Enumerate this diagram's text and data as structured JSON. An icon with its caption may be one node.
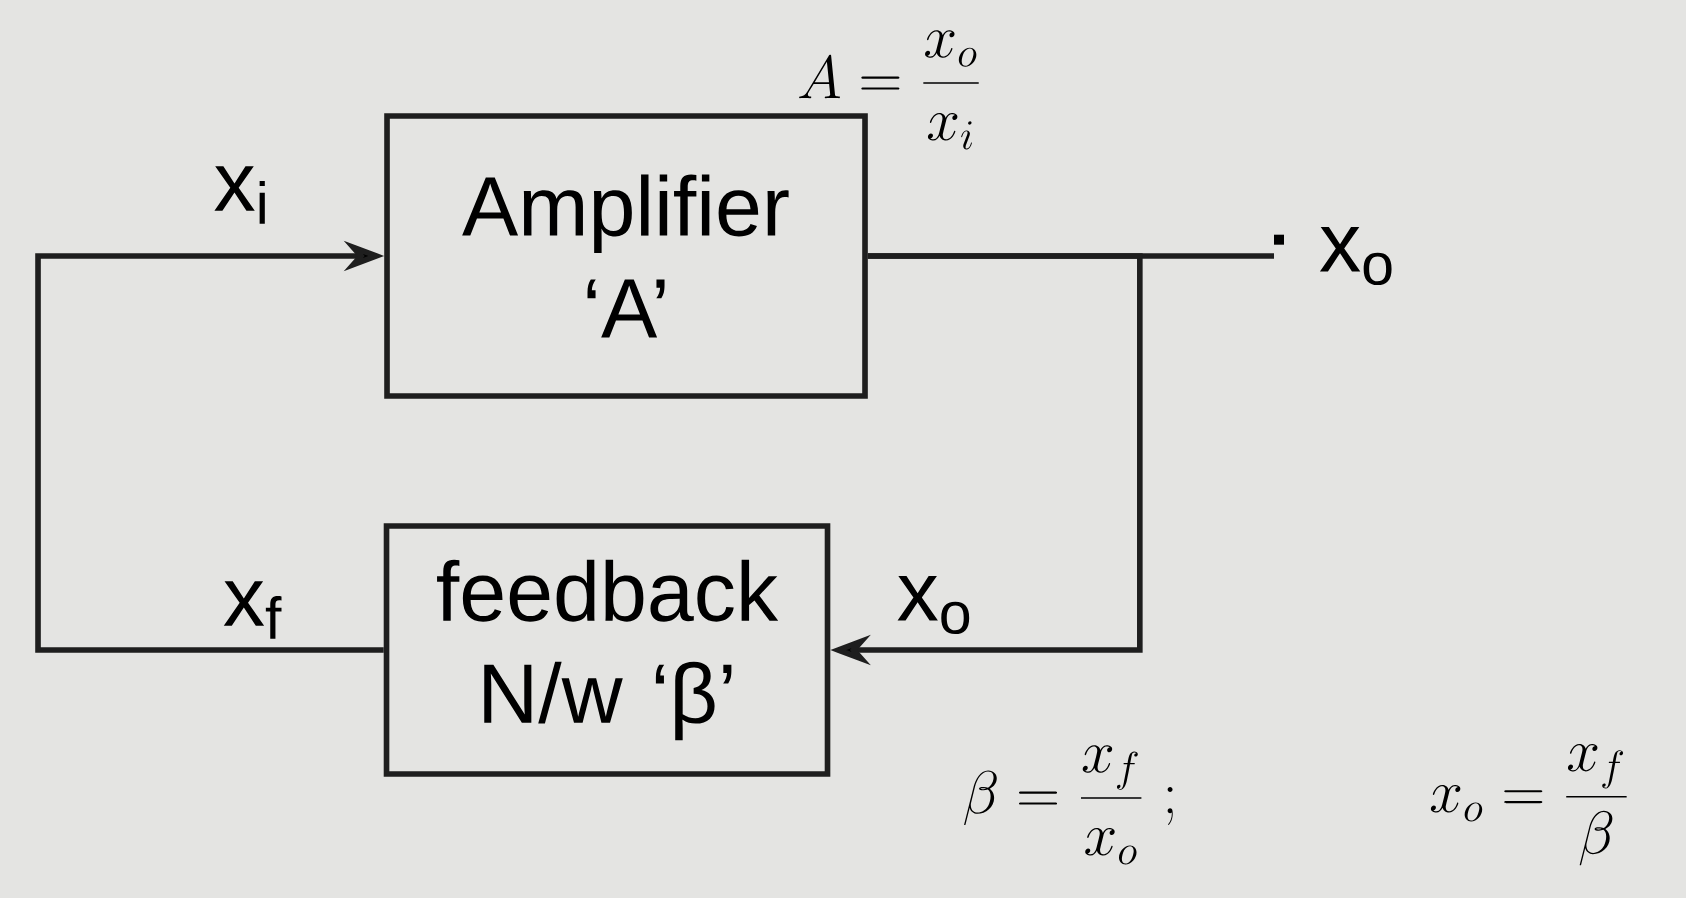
{
  "diagram": {
    "nodes": [
      {
        "text": [
          "Amplifier ‘A’"
        ]
      },
      {
        "text": [
          "feedback N/w ‘β’"
        ]
      },
      {
        "text": [
          "x$_{o}$"
        ]
      }
    ],
    "edges": [
      {
        "from": 0,
        "to": 2,
        "arrow": "none"
      },
      {
        "from": 0,
        "to": 1,
        "arrow": "to",
        "label": "x$_{o}$"
      },
      {
        "from": 1,
        "to": 0,
        "arrow": "to",
        "label": "x$_{f}$"
      }
    ],
    "labels": [
      "x$_{i}$",
      "A=\\frac{x_o}{x_i}",
      "\\beta=\\frac{x_f}{x_o}\\;;",
      "x_o=\\frac{x_f}{\\beta}"
    ]
  }
}
